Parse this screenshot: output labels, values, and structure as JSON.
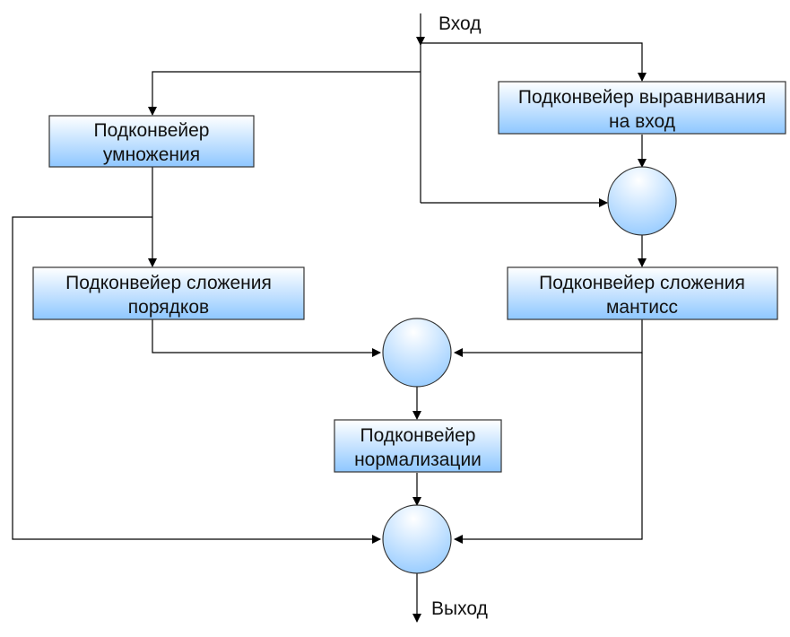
{
  "input_label": "Вход",
  "output_label": "Выход",
  "boxes": {
    "multiply": [
      "Подконвейер",
      "умножения"
    ],
    "align": [
      "Подконвейер выравнивания",
      "на вход"
    ],
    "exp_add": [
      "Подконвейер сложения",
      "порядков"
    ],
    "mant_add": [
      "Подконвейер сложения",
      "мантисс"
    ],
    "normalize": [
      "Подконвейер",
      "нормализации"
    ]
  },
  "colors": {
    "box_fill_top": "#ffffff",
    "box_fill_bottom": "#8ec7ff",
    "line": "#000000"
  }
}
